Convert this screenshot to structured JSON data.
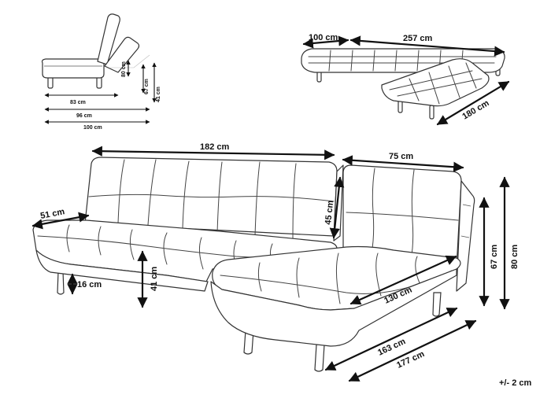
{
  "side_view": {
    "d_80": "80 cm",
    "d_67": "67 cm",
    "d_41": "41 cm",
    "d_83": "83 cm",
    "d_96": "96 cm",
    "d_100": "100 cm"
  },
  "top_view": {
    "d_100": "100 cm",
    "d_257": "257  cm",
    "d_180": "180 cm"
  },
  "main_view": {
    "d_182": "182 cm",
    "d_75": "75 cm",
    "d_51": "51 cm",
    "d_45": "45 cm",
    "d_16": "16 cm",
    "d_41": "41 cm",
    "d_130": "130 cm",
    "d_163": "163 cm",
    "d_177": "177 cm",
    "d_67": "67 cm",
    "d_80": "80 cm"
  },
  "tolerance": "+/- 2 cm"
}
